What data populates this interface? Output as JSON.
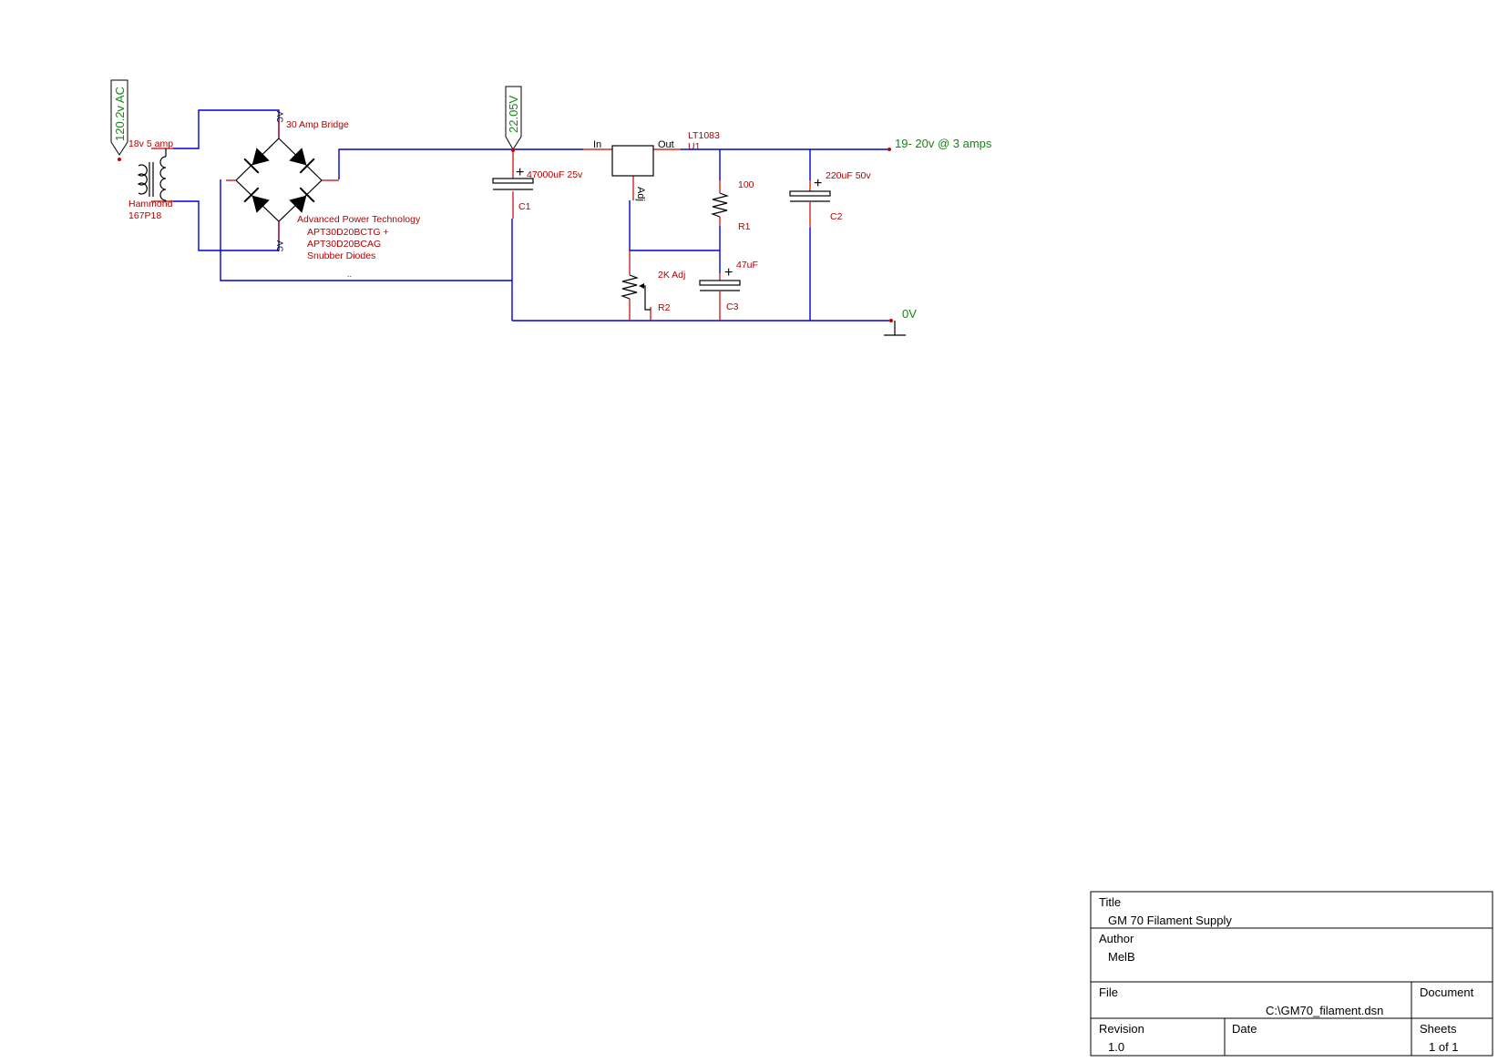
{
  "nodes": {
    "ac_in": "120.2v AC",
    "rail": "22.05V",
    "output": "19- 20v @ 3 amps",
    "ground": "0V"
  },
  "transformer": {
    "rating": "18v 5 amp",
    "maker": "Hammond",
    "part": "167P18"
  },
  "bridge": {
    "label": "30 Amp Bridge",
    "ac_top": "AC",
    "ac_bottom": "AC",
    "note_lines": [
      "Advanced Power Technology",
      "APT30D20BCTG +",
      "APT30D20BCAG",
      "Snubber Diodes",
      ".."
    ]
  },
  "regulator": {
    "part": "LT1083",
    "ref": "U1",
    "pin_in": "In",
    "pin_out": "Out",
    "pin_adj": "Adj"
  },
  "c1": {
    "value": "47000uF 25v",
    "ref": "C1"
  },
  "r1": {
    "value": "100",
    "ref": "R1"
  },
  "c2": {
    "value": "220uF  50v",
    "ref": "C2"
  },
  "c3": {
    "value": "47uF",
    "ref": "C3"
  },
  "r2": {
    "value": "2K Adj",
    "ref": "R2"
  },
  "title_block": {
    "title_label": "Title",
    "title": "GM 70 Filament Supply",
    "author_label": "Author",
    "author": "MelB",
    "file_label": "File",
    "file": "C:\\GM70_filament.dsn",
    "document_label": "Document",
    "revision_label": "Revision",
    "revision": "1.0",
    "date_label": "Date",
    "sheets_label": "Sheets",
    "sheets": "1 of 1"
  },
  "colors": {
    "wire": "#0000e0",
    "label": "#b40000",
    "node": "#118811",
    "pin": "#c80000"
  }
}
